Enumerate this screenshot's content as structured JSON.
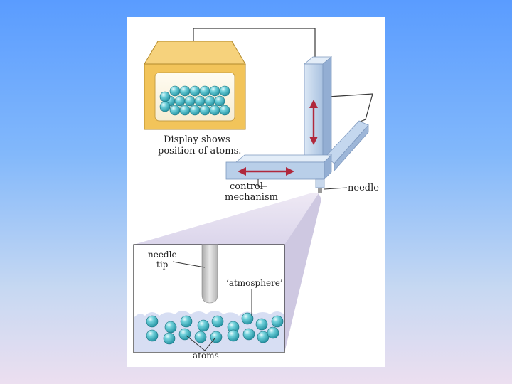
{
  "labels": {
    "display_line1": "Display shows",
    "display_line2": "position of atoms.",
    "control_line1": "control",
    "control_line2": "mechanism",
    "needle": "needle",
    "needle_tip_line1": "needle",
    "needle_tip_line2": "tip",
    "atmosphere": "‘atmosphere’",
    "atoms": "atoms"
  },
  "colors": {
    "background_top": "#5a9cff",
    "background_bottom": "#ecdff0",
    "panel": "#ffffff",
    "monitor": "#f2c45a",
    "arm": "#b9cfe9",
    "arrow": "#b0283c",
    "atom": "#3fb5c3"
  },
  "icons": {
    "atom": "sphere",
    "arrow_vertical": "double-arrow-vertical",
    "arrow_horizontal": "double-arrow-horizontal"
  }
}
